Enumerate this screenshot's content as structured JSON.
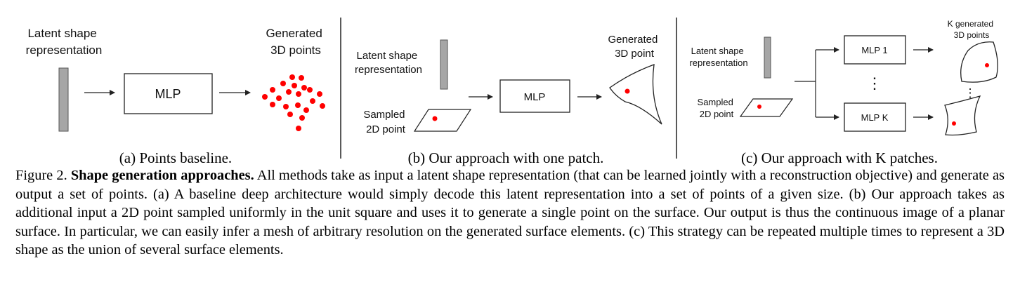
{
  "panel_a": {
    "latent_label": [
      "Latent shape",
      "representation"
    ],
    "mlp_label": "MLP",
    "output_label": [
      "Generated",
      "3D points"
    ],
    "subcaption": "(a) Points baseline."
  },
  "panel_b": {
    "latent_label": [
      "Latent shape",
      "representation"
    ],
    "sampled_label": [
      "Sampled",
      "2D point"
    ],
    "mlp_label": "MLP",
    "output_label": [
      "Generated",
      "3D point"
    ],
    "subcaption": "(b) Our approach with one patch."
  },
  "panel_c": {
    "latent_label": [
      "Latent shape",
      "representation"
    ],
    "sampled_label": [
      "Sampled",
      "2D point"
    ],
    "mlp1_label": "MLP 1",
    "mlpk_label": "MLP K",
    "ellipsis": "⋮",
    "output_label": [
      "K generated",
      "3D points"
    ],
    "subcaption": "(c) Our approach with K patches."
  },
  "colors": {
    "bar": "#a6a6a6",
    "point": "#ff0000",
    "stroke": "#222222"
  },
  "caption": {
    "prefix": "Figure 2.",
    "title": "Shape generation approaches.",
    "body": "All methods take as input a latent shape representation (that can be learned jointly with a reconstruction objective) and generate as output a set of points. (a) A baseline deep architecture would simply decode this latent representation into a set of points of a given size. (b) Our approach takes as additional input a 2D point sampled uniformly in the unit square and uses it to generate a single point on the surface. Our output is thus the continuous image of a planar surface. In particular, we can easily infer a mesh of arbitrary resolution on the generated surface elements. (c) This strategy can be repeated multiple times to represent a 3D shape as the union of several surface elements."
  }
}
